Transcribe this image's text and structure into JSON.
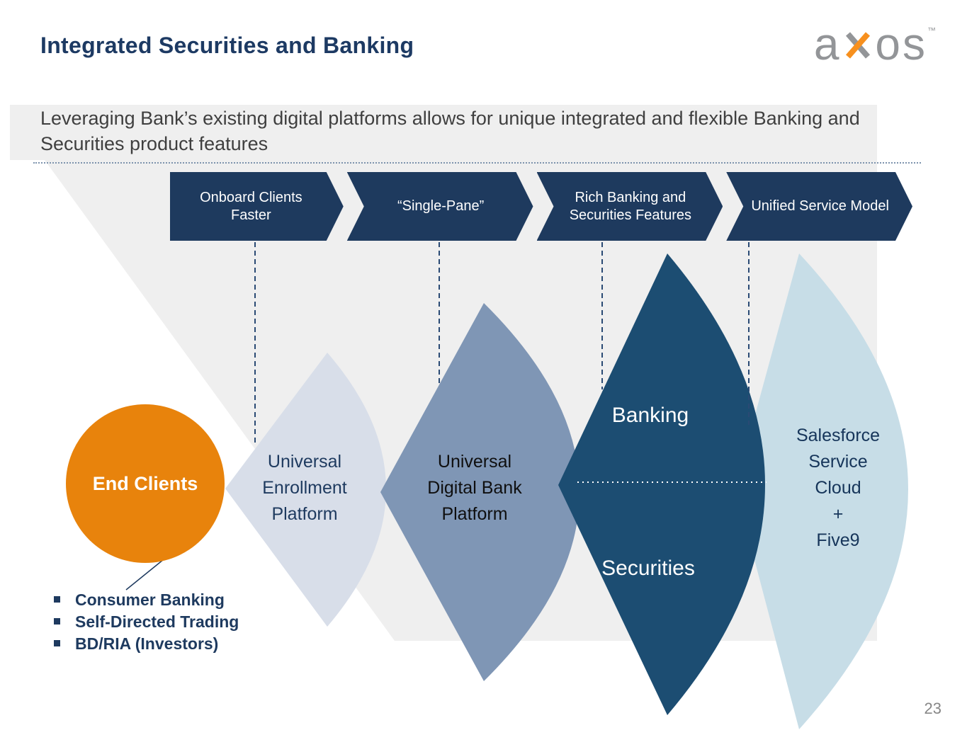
{
  "slide": {
    "title": "Integrated Securities and Banking",
    "page_number": "23"
  },
  "logo": {
    "letter_a": "a",
    "letters_os": "os",
    "trademark": "™"
  },
  "subtitle": "Leveraging Bank’s existing digital platforms allows for unique integrated and flexible Banking and Securities product features",
  "process_arrows": [
    {
      "label": "Onboard Clients Faster"
    },
    {
      "label": "“Single-Pane”"
    },
    {
      "label": "Rich Banking and Securities Features"
    },
    {
      "label": "Unified Service Model"
    }
  ],
  "end_clients": {
    "label": "End Clients"
  },
  "wedges": [
    {
      "lines": [
        "Universal",
        "Enrollment",
        "Platform"
      ],
      "color": "#d8dee9"
    },
    {
      "lines": [
        "Universal",
        "Digital Bank",
        "Platform"
      ],
      "color": "#7f96b5"
    },
    {
      "top_label": "Banking",
      "bottom_label": "Securities",
      "color": "#1c4d72"
    },
    {
      "lines": [
        "Salesforce",
        "Service",
        "Cloud",
        "+",
        "Five9"
      ],
      "color": "#c7dde7"
    }
  ],
  "client_types": [
    "Consumer Banking",
    "Self-Directed Trading",
    "BD/RIA (Investors)"
  ],
  "colors": {
    "navy": "#1e3a5e",
    "orange": "#e8830c",
    "logo_gray": "#939598",
    "logo_orange": "#f7901e",
    "background_gray": "#efefef"
  }
}
